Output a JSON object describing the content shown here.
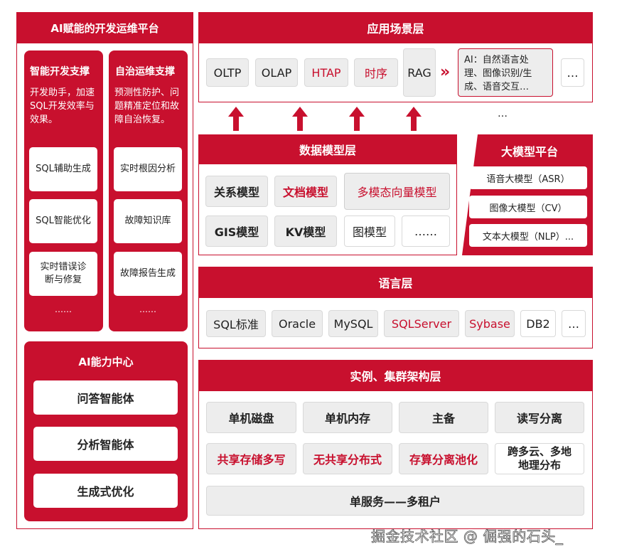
{
  "left_panel": {
    "title": "AI赋能的开发运维平台",
    "dev": {
      "title": "智能开发支撑",
      "desc": "开发助手，加速SQL开发效率与效果。",
      "items": [
        "SQL辅助生成",
        "SQL智能优化",
        "实时错误诊断与修复"
      ],
      "more": "……"
    },
    "ops": {
      "title": "自治运维支撑",
      "desc": "预测性防护、问题精准定位和故障自治恢复。",
      "items": [
        "实时根因分析",
        "故障知识库",
        "故障报告生成"
      ],
      "more": "……"
    },
    "ai_center": {
      "title": "AI能力中心",
      "items": [
        "问答智能体",
        "分析智能体",
        "生成式优化"
      ]
    }
  },
  "app_layer": {
    "title": "应用场景层",
    "items": [
      "OLTP",
      "OLAP",
      "HTAP",
      "时序",
      "RAG"
    ],
    "chevrons": "»",
    "ai_box": "AI：自然语言处理、图像识别/生成、语音交互…",
    "more": "…",
    "below_dots": "…"
  },
  "data_model_layer": {
    "title": "数据模型层",
    "row1": [
      "关系模型",
      "文档模型",
      "多模态向量模型"
    ],
    "row2": [
      "GIS模型",
      "KV模型",
      "图模型",
      "……"
    ]
  },
  "llm_platform": {
    "title": "大模型平台",
    "items": [
      "语音大模型（ASR）",
      "图像大模型（CV）",
      "文本大模型（NLP）..."
    ]
  },
  "language_layer": {
    "title": "语言层",
    "items": [
      "SQL标准",
      "Oracle",
      "MySQL",
      "SQLServer",
      "Sybase",
      "DB2",
      "…"
    ]
  },
  "cluster_layer": {
    "title": "实例、集群架构层",
    "row1": [
      "单机磁盘",
      "单机内存",
      "主备",
      "读写分离"
    ],
    "row2": [
      "共享存储多写",
      "无共享分布式",
      "存算分离池化",
      "跨多云、多地地理分布"
    ],
    "bottom": "单服务——多租户"
  },
  "watermark": "掘金技术社区 @ 倔强的石头_",
  "colors": {
    "accent": "#c8102e",
    "gray_box": "#ededed"
  }
}
